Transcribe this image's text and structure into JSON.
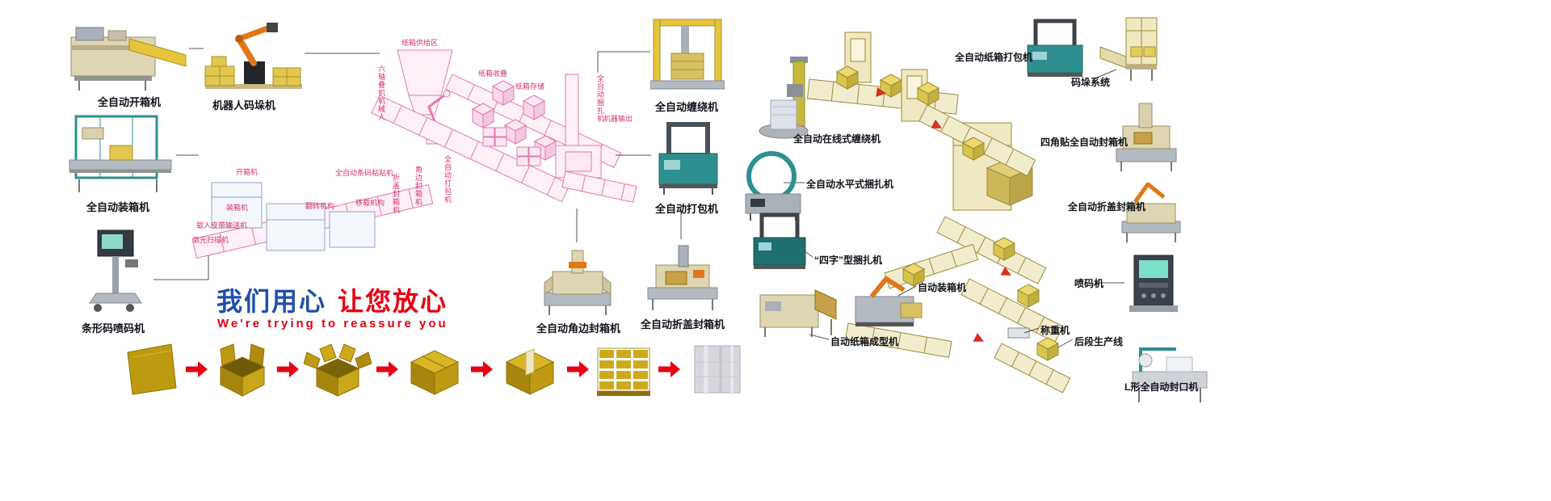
{
  "colors": {
    "accent_red": "#e60012",
    "slogan_blue": "#2050a8",
    "carton_yellow": "#bd9a10",
    "diagram_pink": "#e07ab2",
    "flow_khaki": "#9a8c3a",
    "machine_teal": "#2e8f8f"
  },
  "slogan": {
    "cn_blue": "我们用心",
    "cn_red": "让您放心",
    "en": "We're trying to reassure you"
  },
  "machines": {
    "left": [
      {
        "label": "全自动开箱机"
      },
      {
        "label": "机器人码垛机"
      },
      {
        "label": "全自动装箱机"
      },
      {
        "label": "条形码喷码机"
      }
    ],
    "mid": [
      {
        "label": "全自动缠绕机"
      },
      {
        "label": "全自动打包机"
      },
      {
        "label": "全自动角边封箱机"
      },
      {
        "label": "全自动折盖封箱机"
      }
    ]
  },
  "line_diagram_labels": [
    "纸箱供给区",
    "六轴叠机机械人",
    "纸箱收叠",
    "纸箱存储",
    "开箱机",
    "全自动条码粘贴机",
    "翻转机构",
    "移载机构",
    "折盖封箱机",
    "角边封箱机",
    "全自动打包机",
    "装箱机",
    "载入皮带输送机",
    "激光扫描机",
    "全自动捆扎机",
    "机器输出"
  ],
  "right_labels": [
    "全自动在线式缠绕机",
    "全自动水平式捆扎机",
    "“四字”型捆扎机",
    "自动装箱机",
    "自动纸箱成型机",
    "全自动纸箱打包机",
    "码垛系统",
    "四角贴全自动封箱机",
    "全自动折盖封箱机",
    "喷码机",
    "称重机",
    "后段生产线",
    "L形全自动封口机"
  ]
}
